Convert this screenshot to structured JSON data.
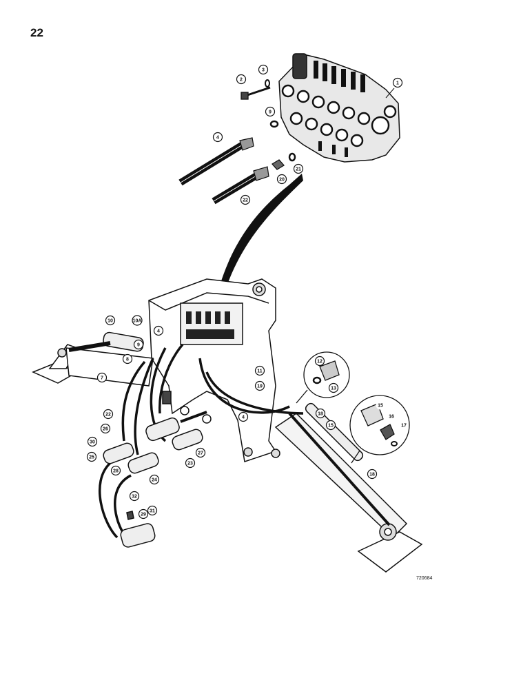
{
  "page_number": "22",
  "drawing_id": "720684",
  "callouts": [
    {
      "id": "c1",
      "label": "1"
    },
    {
      "id": "c2",
      "label": "2"
    },
    {
      "id": "c3",
      "label": "3"
    },
    {
      "id": "c9top",
      "label": "9"
    },
    {
      "id": "c4top",
      "label": "4"
    },
    {
      "id": "c20top",
      "label": "20"
    },
    {
      "id": "c21",
      "label": "21"
    },
    {
      "id": "c22top",
      "label": "22"
    },
    {
      "id": "c10",
      "label": "10"
    },
    {
      "id": "c10a",
      "label": "10A"
    },
    {
      "id": "c9mid",
      "label": "9"
    },
    {
      "id": "c4mid",
      "label": "4"
    },
    {
      "id": "c8",
      "label": "8"
    },
    {
      "id": "c7",
      "label": "7"
    },
    {
      "id": "c12",
      "label": "12"
    },
    {
      "id": "c13",
      "label": "13"
    },
    {
      "id": "c11",
      "label": "11"
    },
    {
      "id": "c19",
      "label": "19"
    },
    {
      "id": "c22mid",
      "label": "22"
    },
    {
      "id": "c26",
      "label": "26"
    },
    {
      "id": "c30",
      "label": "30"
    },
    {
      "id": "c25",
      "label": "25"
    },
    {
      "id": "c28",
      "label": "28"
    },
    {
      "id": "c24",
      "label": "24"
    },
    {
      "id": "c23",
      "label": "23"
    },
    {
      "id": "c27",
      "label": "27"
    },
    {
      "id": "c4low",
      "label": "4"
    },
    {
      "id": "c18a",
      "label": "18"
    },
    {
      "id": "c15a",
      "label": "15"
    },
    {
      "id": "c15b",
      "label": "15"
    },
    {
      "id": "c16",
      "label": "16"
    },
    {
      "id": "c17",
      "label": "17"
    },
    {
      "id": "c18b",
      "label": "18"
    },
    {
      "id": "c32",
      "label": "32"
    },
    {
      "id": "c29",
      "label": "29"
    },
    {
      "id": "c31",
      "label": "31"
    }
  ]
}
